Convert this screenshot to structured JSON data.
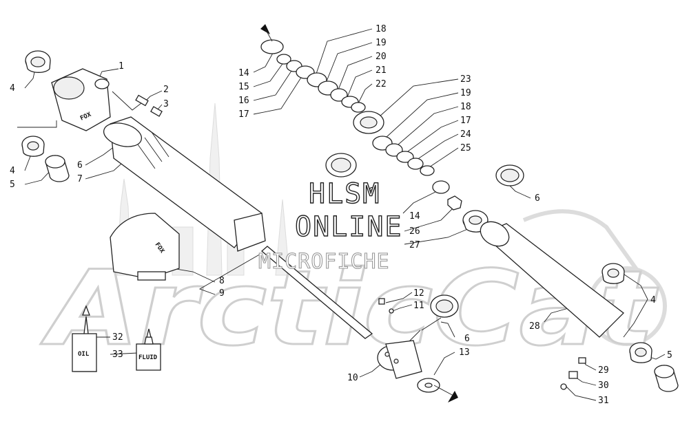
{
  "watermark": {
    "line1": "HLSM",
    "line2": "ONLINE",
    "line3": "MICROFICHE",
    "logo_text": "ArcticCat"
  },
  "bottles": {
    "oil": "OIL",
    "fluid": "FLUID"
  },
  "brand_mark": "FOX",
  "colors": {
    "line": "#222222",
    "background": "#ffffff",
    "watermark_logo": "#cfcfcf"
  },
  "callouts": [
    {
      "id": "c1",
      "text": "1"
    },
    {
      "id": "c2",
      "text": "2"
    },
    {
      "id": "c3",
      "text": "3"
    },
    {
      "id": "c4a",
      "text": "4"
    },
    {
      "id": "c4b",
      "text": "4"
    },
    {
      "id": "c5a",
      "text": "5"
    },
    {
      "id": "c6a",
      "text": "6"
    },
    {
      "id": "c7",
      "text": "7"
    },
    {
      "id": "c8",
      "text": "8"
    },
    {
      "id": "c9",
      "text": "9"
    },
    {
      "id": "c18a",
      "text": "18"
    },
    {
      "id": "c19a",
      "text": "19"
    },
    {
      "id": "c20",
      "text": "20"
    },
    {
      "id": "c21",
      "text": "21"
    },
    {
      "id": "c22",
      "text": "22"
    },
    {
      "id": "c14a",
      "text": "14"
    },
    {
      "id": "c15",
      "text": "15"
    },
    {
      "id": "c16",
      "text": "16"
    },
    {
      "id": "c17a",
      "text": "17"
    },
    {
      "id": "c23",
      "text": "23"
    },
    {
      "id": "c19b",
      "text": "19"
    },
    {
      "id": "c18b",
      "text": "18"
    },
    {
      "id": "c17b",
      "text": "17"
    },
    {
      "id": "c24",
      "text": "24"
    },
    {
      "id": "c25",
      "text": "25"
    },
    {
      "id": "c6b",
      "text": "6"
    },
    {
      "id": "c14b",
      "text": "14"
    },
    {
      "id": "c26",
      "text": "26"
    },
    {
      "id": "c27",
      "text": "27"
    },
    {
      "id": "c6c",
      "text": "6"
    },
    {
      "id": "c4c",
      "text": "4"
    },
    {
      "id": "c28",
      "text": "28"
    },
    {
      "id": "c5b",
      "text": "5"
    },
    {
      "id": "c12",
      "text": "12"
    },
    {
      "id": "c11",
      "text": "11"
    },
    {
      "id": "c6d",
      "text": "6"
    },
    {
      "id": "c13",
      "text": "13"
    },
    {
      "id": "c10",
      "text": "10"
    },
    {
      "id": "c29",
      "text": "29"
    },
    {
      "id": "c30",
      "text": "30"
    },
    {
      "id": "c31",
      "text": "31"
    },
    {
      "id": "c32",
      "text": "32"
    },
    {
      "id": "c33",
      "text": "33"
    }
  ]
}
